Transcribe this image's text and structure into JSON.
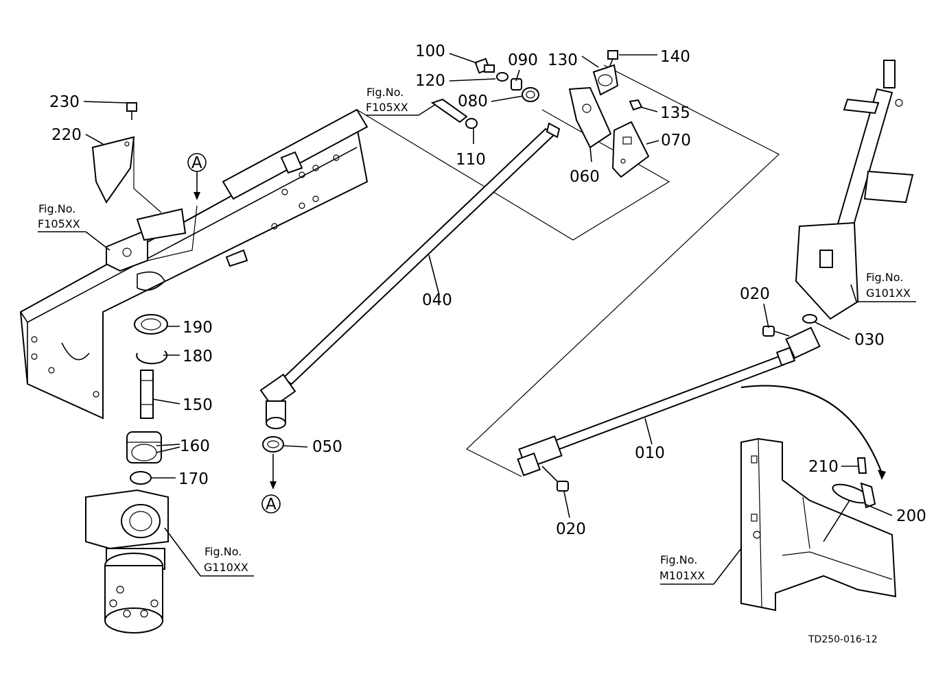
{
  "drawing_code": "TD250-016-12",
  "section_marker": "A",
  "fig_refs": {
    "frame_left": {
      "line1": "Fig.No.",
      "line2": "F105XX"
    },
    "frame_top": {
      "line1": "Fig.No.",
      "line2": "F105XX"
    },
    "steering_column": {
      "line1": "Fig.No.",
      "line2": "G101XX"
    },
    "pump_unit": {
      "line1": "Fig.No.",
      "line2": "G110XX"
    },
    "dash_panel": {
      "line1": "Fig.No.",
      "line2": "M101XX"
    }
  },
  "part_numbers": {
    "p010": "010",
    "p020a": "020",
    "p020b": "020",
    "p030": "030",
    "p040": "040",
    "p050": "050",
    "p060": "060",
    "p070": "070",
    "p080": "080",
    "p090": "090",
    "p100": "100",
    "p110": "110",
    "p120": "120",
    "p130": "130",
    "p135": "135",
    "p140": "140",
    "p150": "150",
    "p160": "160",
    "p170": "170",
    "p180": "180",
    "p190": "190",
    "p200": "200",
    "p210": "210",
    "p220": "220",
    "p230": "230"
  }
}
